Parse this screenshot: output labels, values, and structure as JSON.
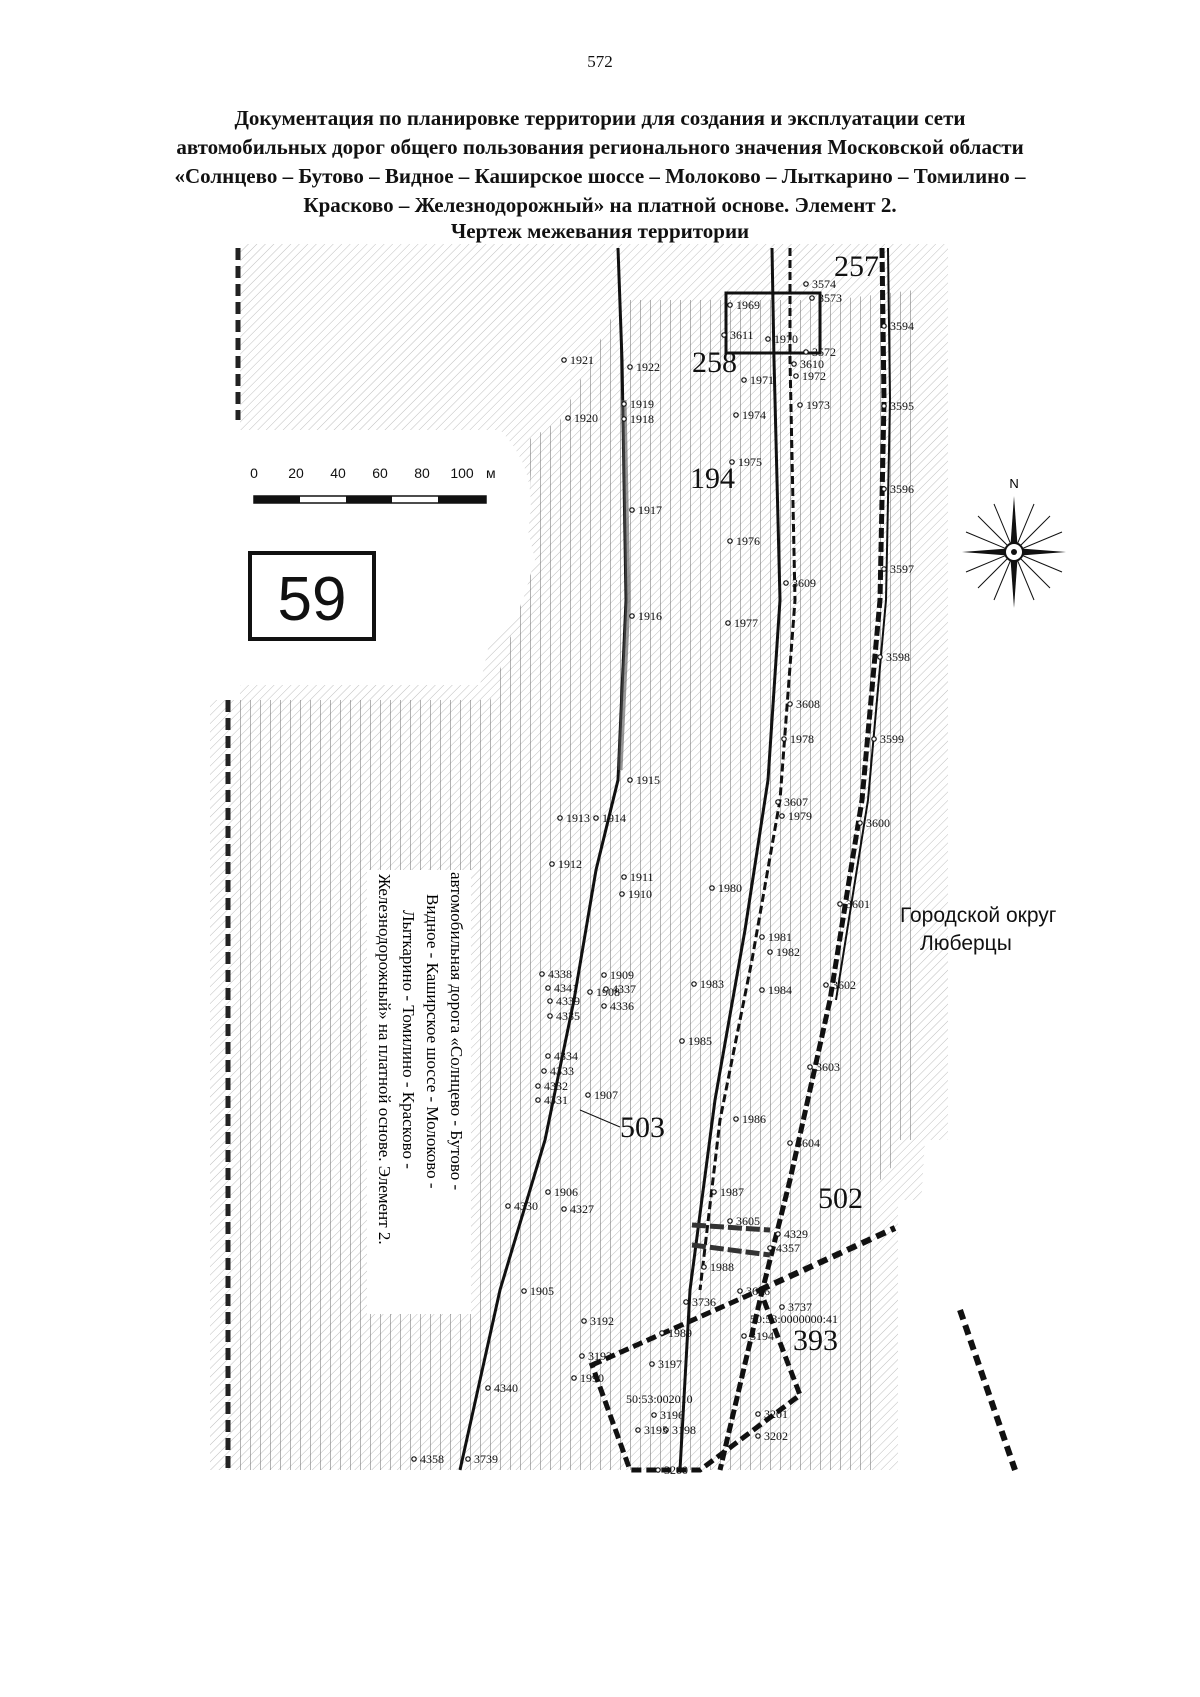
{
  "page_number": "572",
  "title_lines": [
    "Документация по планировке территории для создания и эксплуатации сети",
    "автомобильных дорог общего пользования регионального значения Московской области",
    "«Солнцево – Бутово – Видное – Каширское шоссе – Молоково – Лыткарино – Томилино –",
    "Красково – Железнодорожный» на платной основе. Элемент 2."
  ],
  "subtitle": "Чертеж межевания территории",
  "map": {
    "sheet_number": "59",
    "scale_bar": {
      "ticks": [
        "0",
        "20",
        "40",
        "60",
        "80"
      ],
      "last_tick": "100",
      "unit": "м"
    },
    "north_label": "N",
    "district_label_lines": [
      "Городской округ",
      "Люберцы"
    ],
    "road_label_lines": [
      "автомобильная дорога «Солнцево - Бутово -",
      "Видное - Каширское шоссе - Молоково -",
      "Лыткарино - Томилино - Красково -",
      "Железнодорожный» на платной основе. Элемент 2."
    ],
    "zone_labels": [
      "257",
      "258",
      "194",
      "503",
      "502",
      "393"
    ],
    "parcel_labels": [
      "50:53:0000000:41",
      "50:53:002010"
    ],
    "point_labels": [
      "3574",
      "3573",
      "3572",
      "3594",
      "3595",
      "3596",
      "3597",
      "3598",
      "3599",
      "3600",
      "3601",
      "3602",
      "3603",
      "3604",
      "3605",
      "3606",
      "3607",
      "3608",
      "3609",
      "3610",
      "3611",
      "1969",
      "1970",
      "1971",
      "1972",
      "1973",
      "1974",
      "1975",
      "1976",
      "1977",
      "1978",
      "1979",
      "1980",
      "1981",
      "1982",
      "1983",
      "1984",
      "1985",
      "1986",
      "1987",
      "1988",
      "1989",
      "1990",
      "1921",
      "1922",
      "1919",
      "1920",
      "1918",
      "1917",
      "1916",
      "1915",
      "1914",
      "1913",
      "1912",
      "1911",
      "1910",
      "1909",
      "1908",
      "1907",
      "1906",
      "1905",
      "4340",
      "4338",
      "4341",
      "4337",
      "4339",
      "4336",
      "4335",
      "4334",
      "4333",
      "4332",
      "4331",
      "4330",
      "4327",
      "4329",
      "4357",
      "4358",
      "3739",
      "3736",
      "3737",
      "3194",
      "3193",
      "3192",
      "3197",
      "3196",
      "3198",
      "3195",
      "3200",
      "3201",
      "3202"
    ]
  },
  "colors": {
    "ink": "#111111",
    "hatch": "#8a8a8a",
    "paper": "#ffffff"
  }
}
